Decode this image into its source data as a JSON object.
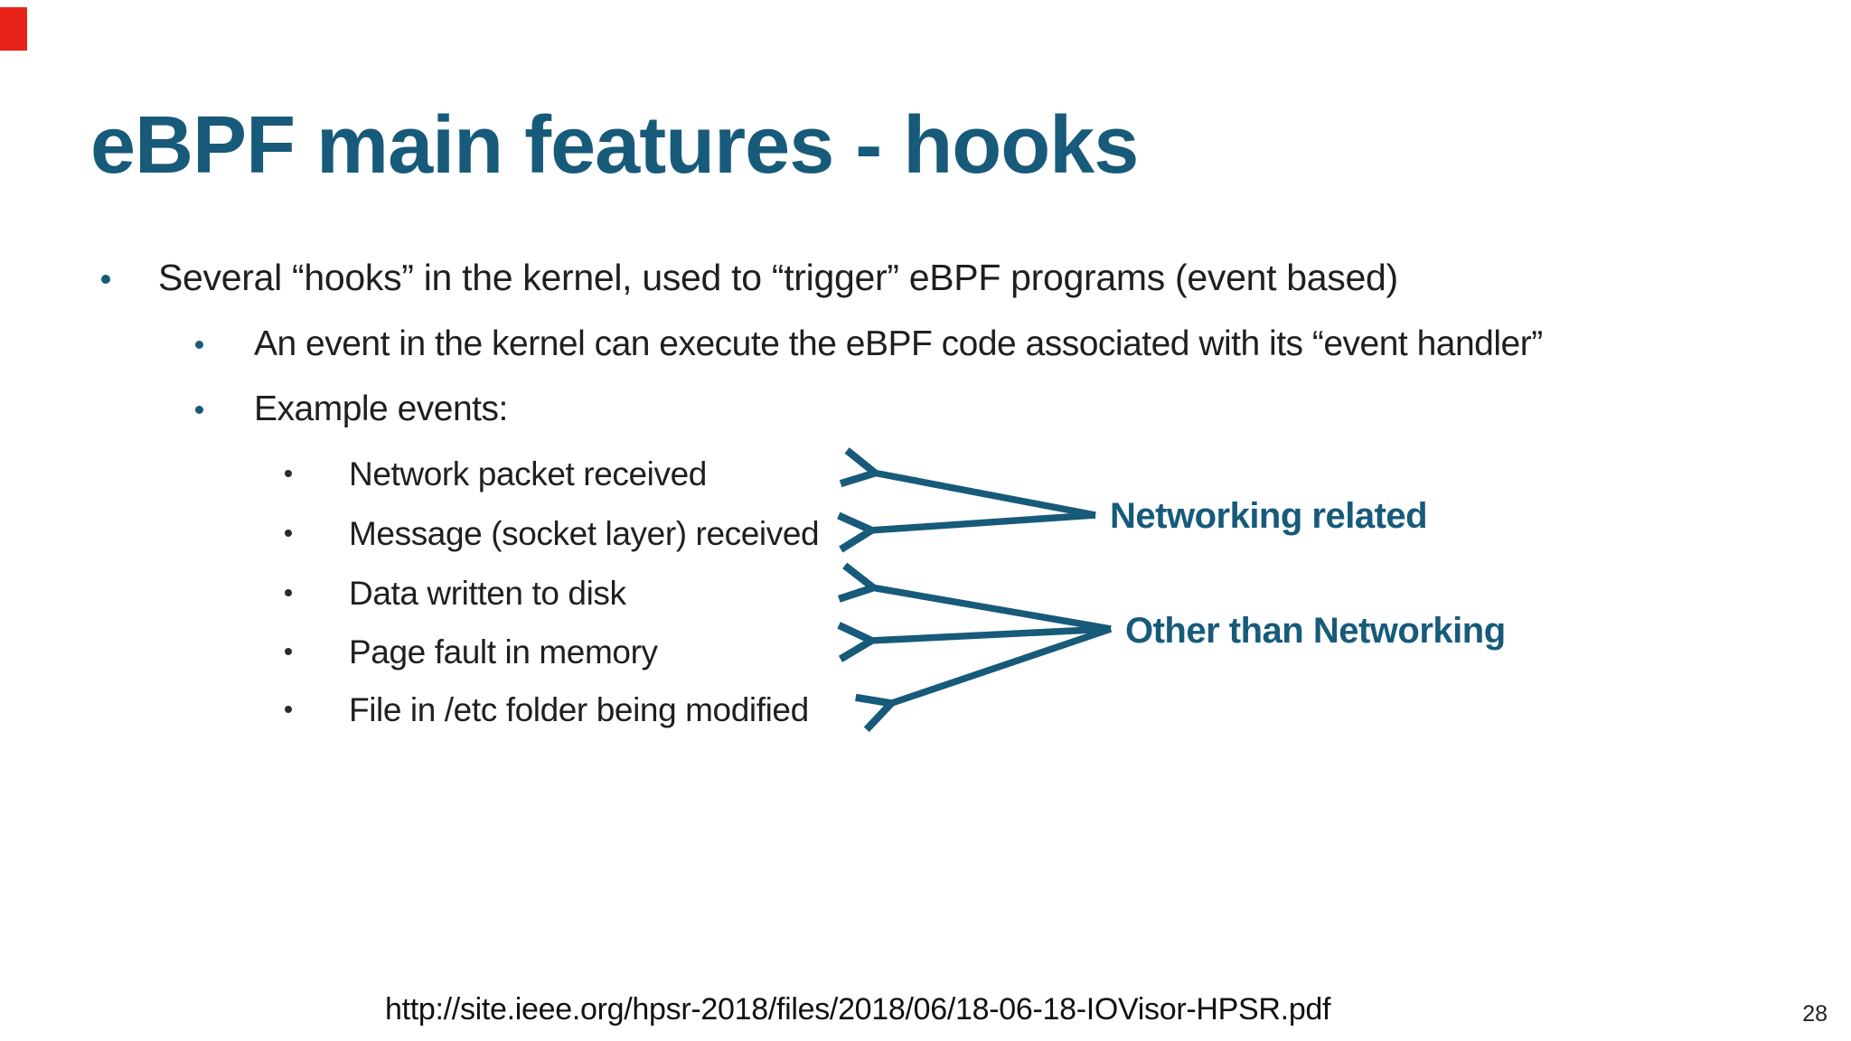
{
  "slide": {
    "title": "eBPF main features - hooks",
    "page_number": "28",
    "source_url": "http://site.ieee.org/hpsr-2018/files/2018/06/18-06-18-IOVisor-HPSR.pdf"
  },
  "colors": {
    "accent_teal": "#175a7a",
    "body_text": "#1f1f1f",
    "marker_red": "#e8231a"
  },
  "content": {
    "level1_bullet": "Several “hooks” in the kernel, used to “trigger” eBPF programs (event based)",
    "level2_bullets": [
      "An event in the kernel can execute the eBPF code associated with its “event handler”",
      "Example events:"
    ],
    "example_events": [
      "Network packet received",
      "Message (socket layer) received",
      "Data written to disk",
      "Page fault in memory",
      "File in /etc folder being modified"
    ],
    "annotations": {
      "networking": "Networking related",
      "other_than_networking": "Other than Networking"
    }
  }
}
